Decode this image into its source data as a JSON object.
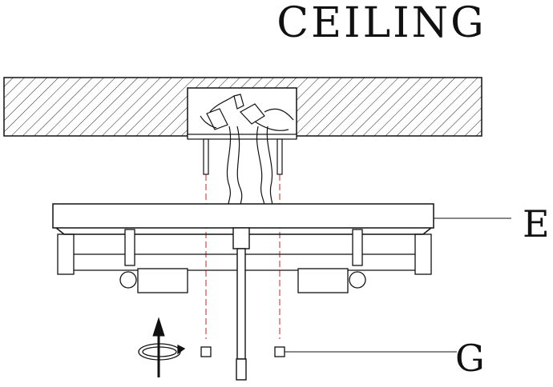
{
  "title": "CEILING",
  "labels": {
    "canopy": "E",
    "nuts": "G"
  },
  "colors": {
    "line": "#111111",
    "hatch": "#222222",
    "guide": "#cc2222",
    "background": "#ffffff"
  },
  "icons": {
    "rotate": "rotate-clockwise-icon",
    "push_up": "arrow-up-icon"
  }
}
